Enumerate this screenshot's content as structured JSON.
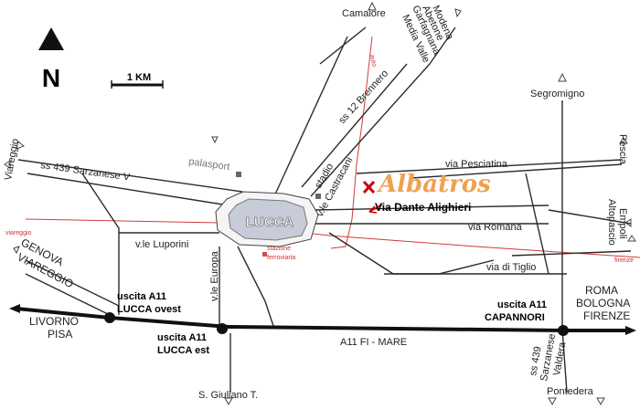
{
  "north_label": "N",
  "scale_label": "1 KM",
  "city": "LUCCA",
  "hotel_logo": "Albatros",
  "hotel_street": "Via Dante Alighieri",
  "places": {
    "camaiore": "Camaiore",
    "modena": "Modena",
    "abetone": "Abetone",
    "garfagnana": "Garfagnana",
    "media_valle": "Media Valle",
    "segromigno": "Segromigno",
    "pescia": "Pescia",
    "empoli": "Empoli",
    "altopascio": "Altopascio",
    "viareggio_top": "Viareggio",
    "genova": "GENOVA",
    "viareggio": "VIAREGGIO",
    "livorno": "LIVORNO",
    "pisa": "PISA",
    "roma": "ROMA",
    "bologna": "BOLOGNA",
    "firenze": "FIRENZE",
    "s_giuliano": "S. Giuliano T.",
    "pontedera": "Pontedera"
  },
  "roads": {
    "ss12": "ss 12 Brennero",
    "ss439_sarz": "ss 439 Sarzanese V",
    "palasport": "palasport",
    "stadio": "stadio",
    "castracani": "v.le Castracani",
    "pesciatina": "via Pesciatina",
    "romana": "via Romana",
    "luporini": "v.le Luporini",
    "europa": "v.le Europa",
    "tiglio": "via di Tiglio",
    "a11": "A11 FI - MARE",
    "ss439_bottom": "ss 439",
    "sarzanese": "Sarzanese",
    "valdera": "Valdera"
  },
  "rail_labels": {
    "autostrada": "auto",
    "viareggio": "viareggio",
    "firenze": "firenze",
    "stazione": "stazione",
    "ferroviaria": "ferroviaria"
  },
  "exits": {
    "ovest_1": "uscita A11",
    "ovest_2": "LUCCA ovest",
    "est_1": "uscita A11",
    "est_2": "LUCCA est",
    "cap_1": "uscita A11",
    "cap_2": "CAPANNORI"
  },
  "colors": {
    "road": "#2b2b2b",
    "rail": "#d43a3a",
    "logo": "#f0a050",
    "city_fill": "#c8ccd8",
    "marker": "#cc0000"
  }
}
